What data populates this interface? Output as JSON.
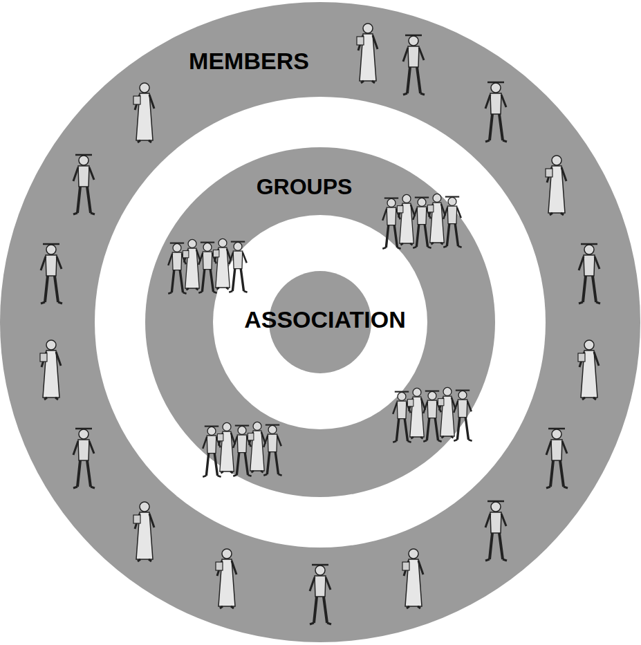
{
  "diagram": {
    "nodes": [
      {
        "text": [
          "MEMBERS"
        ]
      },
      {
        "text": [
          "GROUPS"
        ],
        "in": 0
      },
      {
        "text": [
          "ASSOCIATION"
        ],
        "in": 1
      }
    ]
  }
}
